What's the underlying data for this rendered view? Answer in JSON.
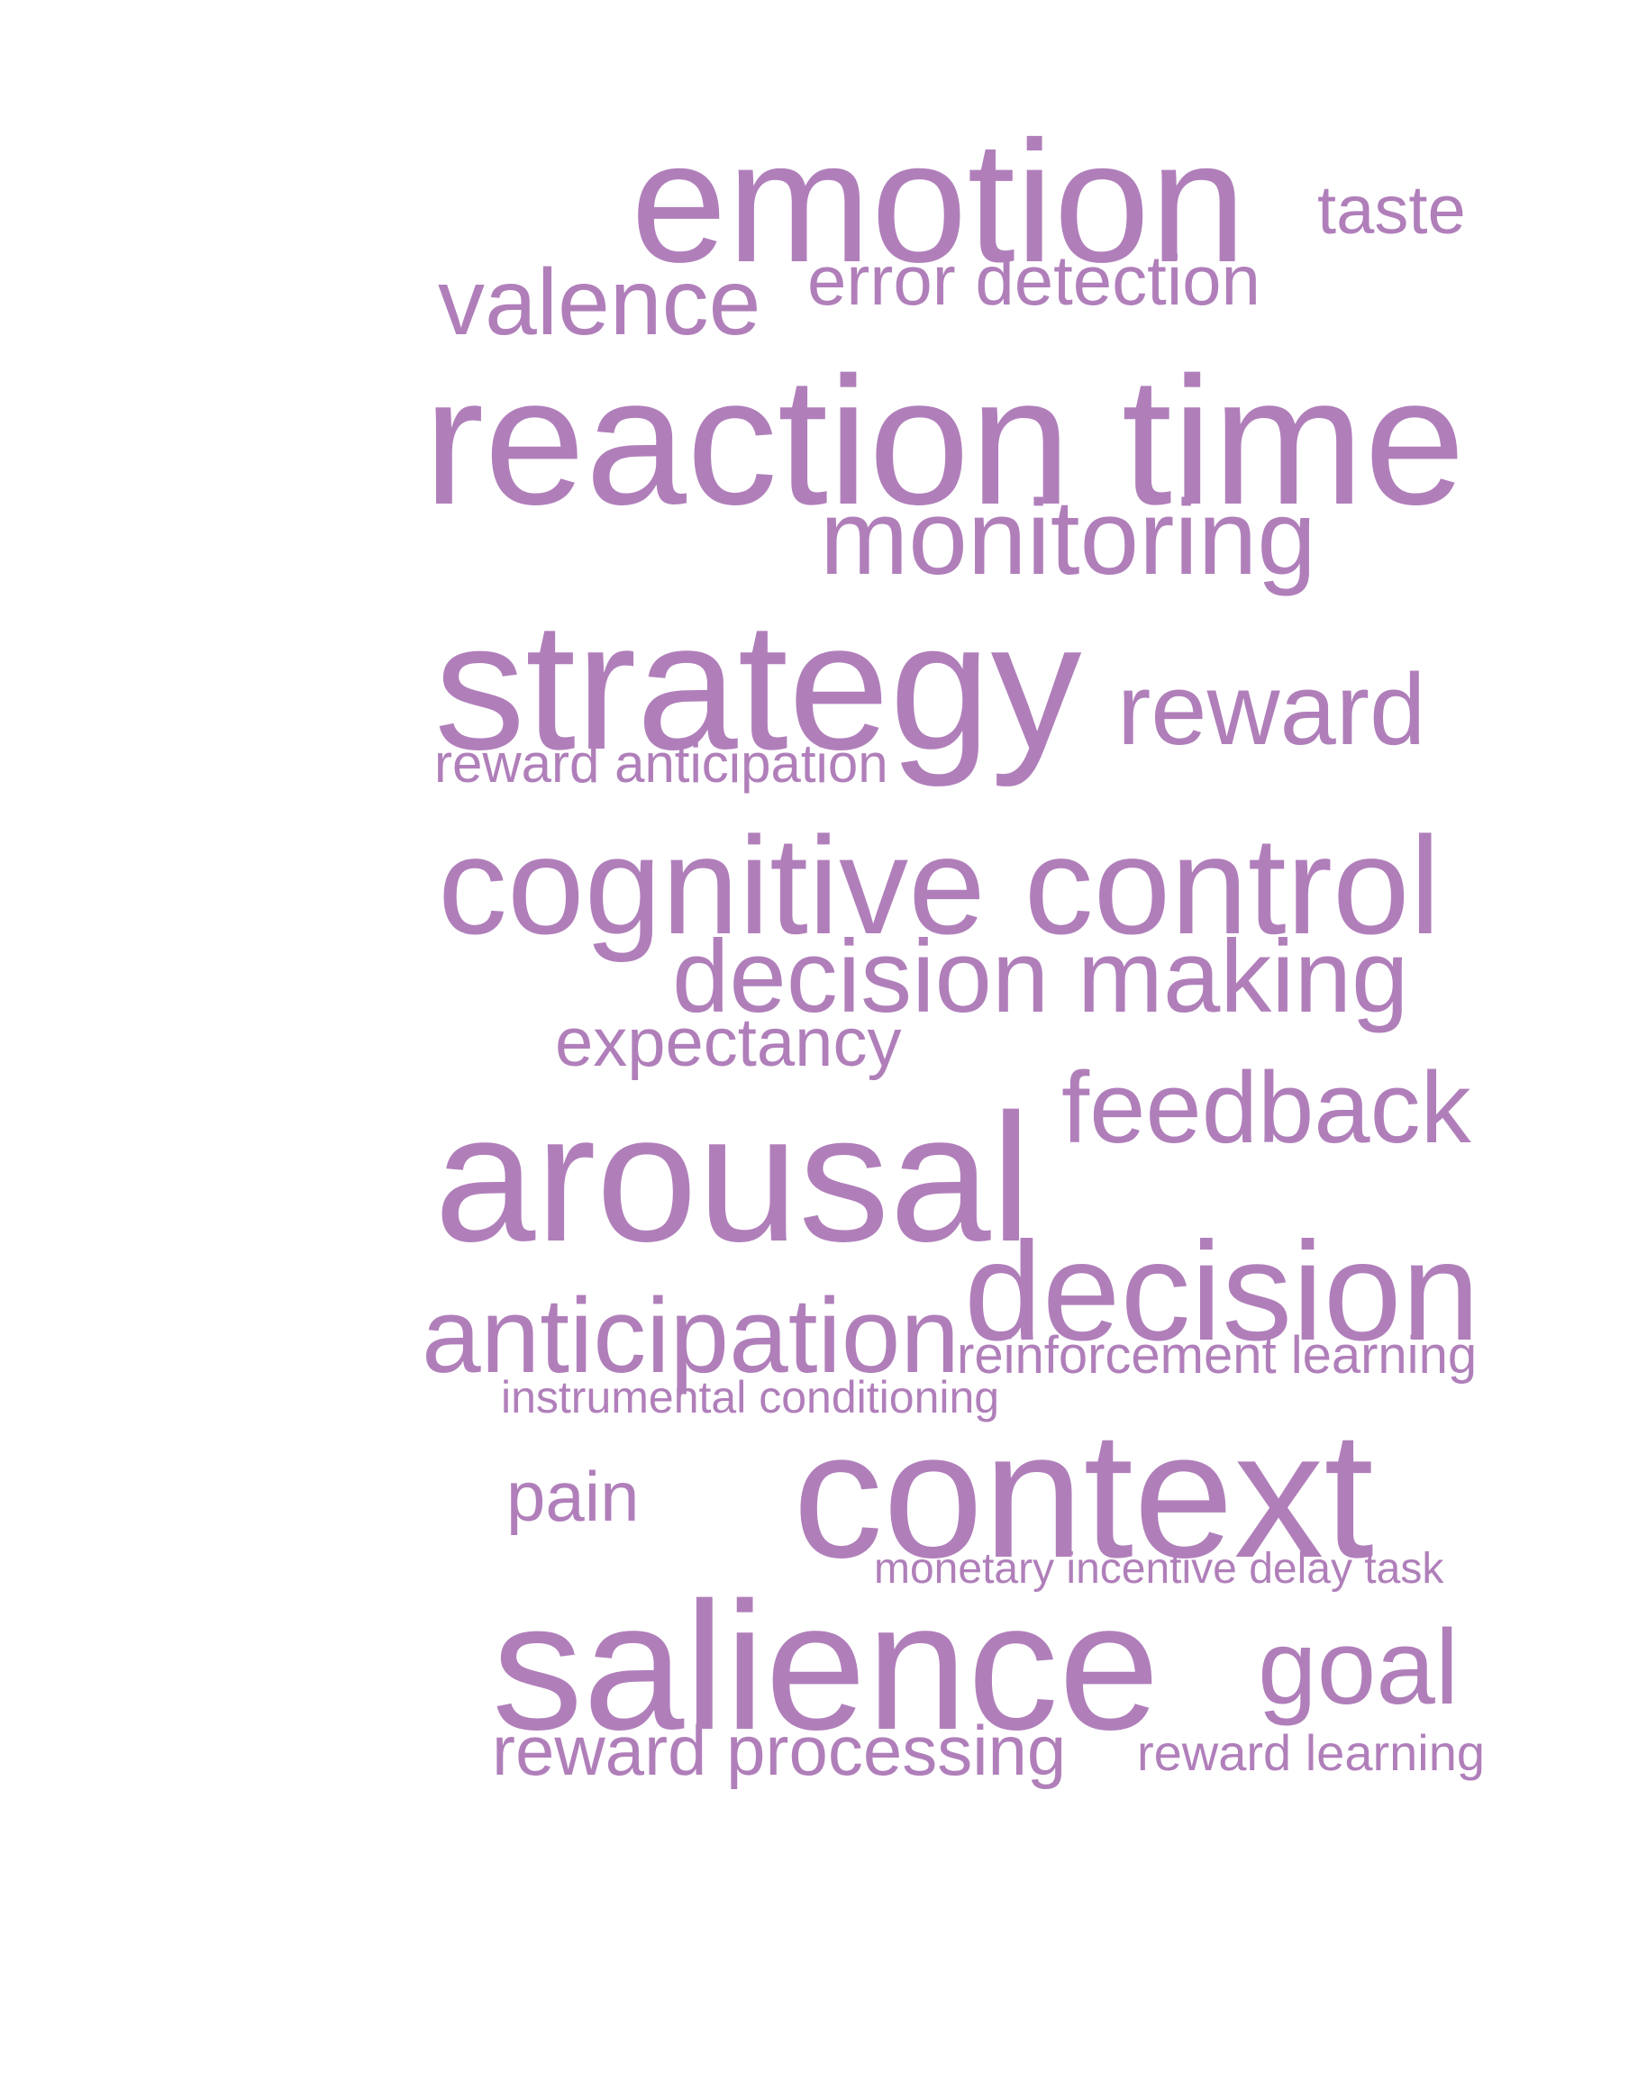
{
  "cloud": {
    "color": "#b07fba",
    "words": [
      {
        "id": "emotion",
        "text": "emotion"
      },
      {
        "id": "taste",
        "text": "taste"
      },
      {
        "id": "valence",
        "text": "valence"
      },
      {
        "id": "error-detection",
        "text": "error detection"
      },
      {
        "id": "reaction-time",
        "text": "reaction time"
      },
      {
        "id": "monitoring",
        "text": "monitoring"
      },
      {
        "id": "strategy",
        "text": "strategy"
      },
      {
        "id": "reward",
        "text": "reward"
      },
      {
        "id": "reward-anticipation",
        "text": "reward anticipation"
      },
      {
        "id": "cognitive-control",
        "text": "cognitive control"
      },
      {
        "id": "decision-making",
        "text": "decision making"
      },
      {
        "id": "expectancy",
        "text": "expectancy"
      },
      {
        "id": "feedback",
        "text": "feedback"
      },
      {
        "id": "arousal",
        "text": "arousal"
      },
      {
        "id": "decision",
        "text": "decision"
      },
      {
        "id": "anticipation",
        "text": "anticipation"
      },
      {
        "id": "reinforcement-learning",
        "text": "reinforcement learning"
      },
      {
        "id": "instrumental-conditioning",
        "text": "instrumental conditioning"
      },
      {
        "id": "pain",
        "text": "pain"
      },
      {
        "id": "context",
        "text": "context"
      },
      {
        "id": "monetary-incentive-delay-task",
        "text": "monetary incentive delay task"
      },
      {
        "id": "salience",
        "text": "salience"
      },
      {
        "id": "goal",
        "text": "goal"
      },
      {
        "id": "reward-processing",
        "text": "reward processing"
      },
      {
        "id": "reward-learning",
        "text": "reward learning"
      }
    ]
  }
}
